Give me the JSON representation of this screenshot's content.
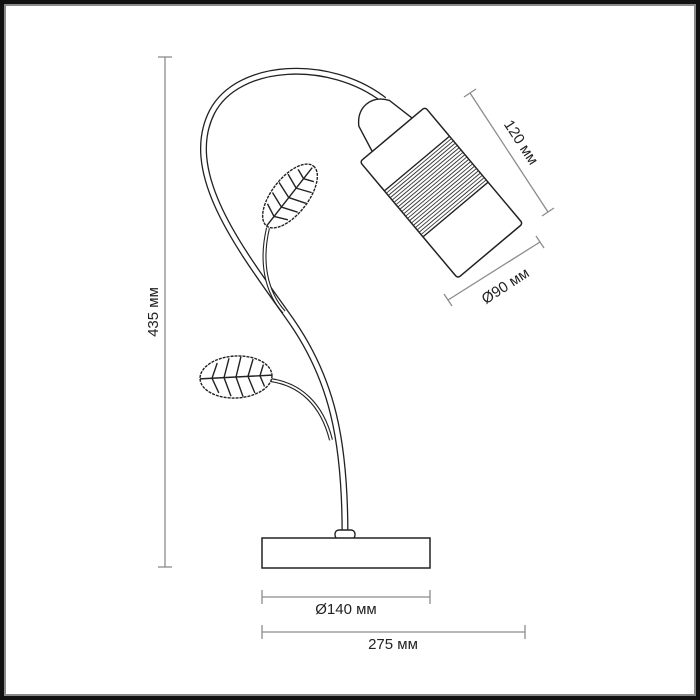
{
  "drawing": {
    "dimensions": {
      "height": "435 мм",
      "shade_height": "120 мм",
      "shade_diameter": "Ø90 мм",
      "base_diameter": "Ø140 мм",
      "total_width": "275 мм"
    },
    "colors": {
      "line": "#222222",
      "dimension_line": "#8c8c8c",
      "frame": "#111111"
    }
  }
}
